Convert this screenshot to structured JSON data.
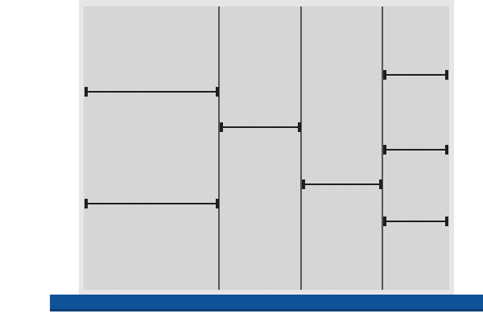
{
  "colors": {
    "tray_frame": "#e6e6e6",
    "tray_floor": "#d7d7d7",
    "divider": "#1e1e1e",
    "base_rail": "#0f5499",
    "base_rail_shadow": "#0a3f76",
    "background": "#ffffff"
  },
  "layout": {
    "compartment_columns": 4,
    "long_dividers": 3,
    "cross_dividers_per_column": [
      2,
      1,
      1,
      3
    ],
    "total_cross_dividers": 7
  }
}
